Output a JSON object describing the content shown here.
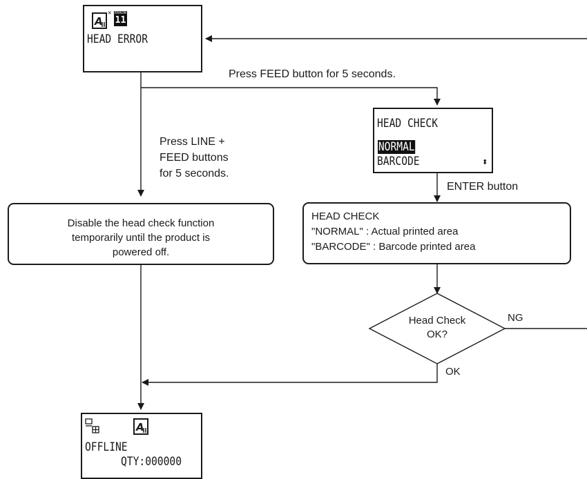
{
  "head_error_screen": {
    "line1": "HEAD ERROR",
    "error_badge_label": "ERROR",
    "error_badge_code": "11"
  },
  "step_feed": {
    "text": "Press FEED button for 5 seconds."
  },
  "step_line_feed": {
    "line1": "Press LINE +",
    "line2": "FEED buttons",
    "line3": "for 5 seconds."
  },
  "head_check_screen": {
    "title": "HEAD CHECK",
    "option1": "NORMAL",
    "option2": "BARCODE"
  },
  "step_enter": {
    "text": "ENTER button"
  },
  "disable_box": {
    "line1": "Disable the head check function",
    "line2": "temporarily until the product is",
    "line3": "powered off."
  },
  "head_check_info": {
    "title": "HEAD CHECK",
    "line1": "\"NORMAL\" : Actual printed area",
    "line2": "\"BARCODE\" : Barcode printed area"
  },
  "decision": {
    "line1": "Head Check",
    "line2": "OK?",
    "ng_label": "NG",
    "ok_label": "OK"
  },
  "offline_screen": {
    "line1": "OFFLINE",
    "line2": "QTY:000000"
  },
  "colors": {
    "ink": "#1a1a1a",
    "background": "#ffffff"
  }
}
